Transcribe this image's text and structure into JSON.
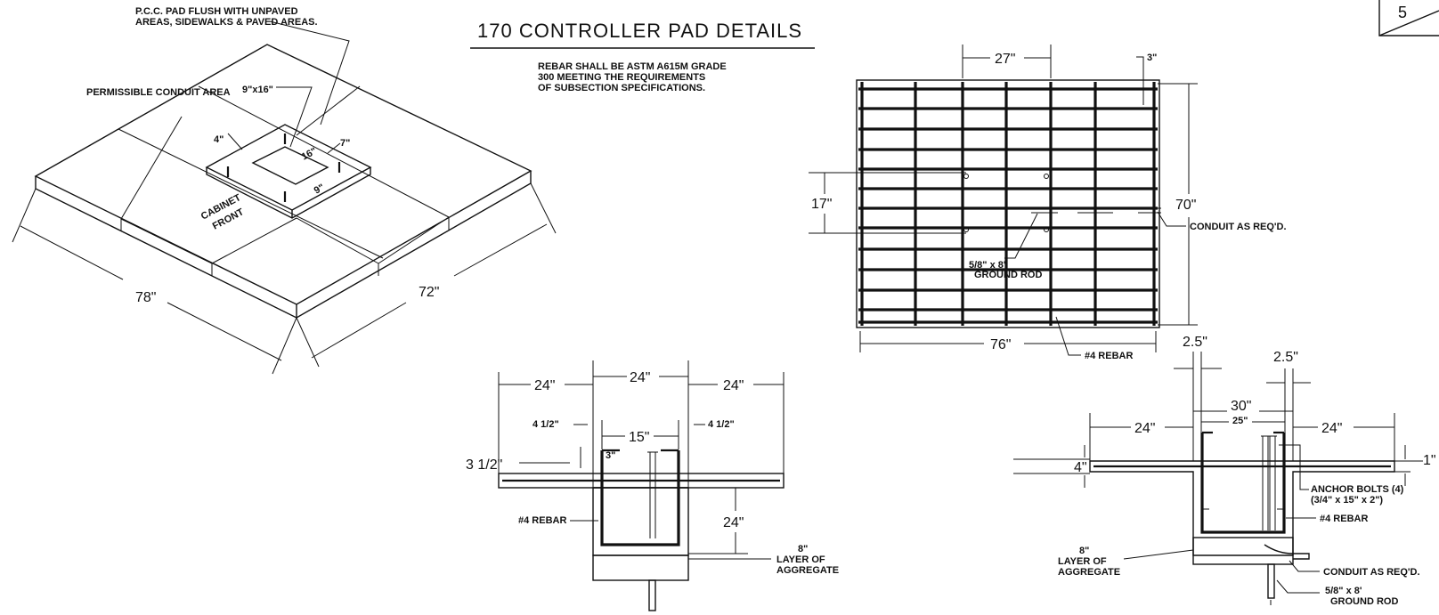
{
  "sheet_number": "5",
  "title": "170 CONTROLLER PAD DETAILS",
  "notes": [
    "REBAR SHALL BE ASTM A615M GRADE",
    "300 MEETING THE REQUIREMENTS",
    "OF SUBSECTION SPECIFICATIONS."
  ],
  "iso": {
    "pcc_note": [
      "P.C.C. PAD FLUSH WITH UNPAVED",
      "AREAS, SIDEWALKS & PAVED AREAS."
    ],
    "conduit_area": "PERMISSIBLE CONDUIT AREA",
    "opening": "9\"x16\"",
    "dim_4": "4\"",
    "dim_7": "7\"",
    "dim_16": "16\"",
    "dim_9": "9\"",
    "cabinet": "CABINET",
    "front": "FRONT",
    "dim_78": "78\"",
    "dim_72": "72\""
  },
  "plan": {
    "dim_27": "27\"",
    "dim_3": "3\"",
    "dim_17": "17\"",
    "dim_70": "70\"",
    "conduit": "CONDUIT AS REQ'D.",
    "ground_rod": [
      "5/8\" x 8'",
      "GROUND ROD"
    ],
    "dim_76": "76\"",
    "rebar": "#4 REBAR"
  },
  "section_a": {
    "dim_24_left": "24\"",
    "dim_24_mid": "24\"",
    "dim_24_right": "24\"",
    "dim_4half_left": "4 1/2\"",
    "dim_4half_right": "4 1/2\"",
    "dim_15": "15\"",
    "dim_3half": "3 1/2\"",
    "dim_3": "3\"",
    "rebar": "#4 REBAR",
    "dim_24_depth": "24\"",
    "aggregate": [
      "8\"",
      "LAYER OF",
      "AGGREGATE"
    ]
  },
  "section_b": {
    "dim_2_5_left": "2.5\"",
    "dim_2_5_right": "2.5\"",
    "dim_30": "30\"",
    "dim_25": "25\"",
    "dim_24_left": "24\"",
    "dim_24_right": "24\"",
    "dim_4": "4\"",
    "dim_1": "1\"",
    "anchor": [
      "ANCHOR BOLTS (4)",
      "(3/4\" x 15\" x 2\")"
    ],
    "rebar": "#4 REBAR",
    "aggregate": [
      "8\"",
      "LAYER OF",
      "AGGREGATE"
    ],
    "conduit": "CONDUIT AS REQ'D.",
    "ground_rod": [
      "5/8\" x 8'",
      "GROUND ROD"
    ]
  }
}
